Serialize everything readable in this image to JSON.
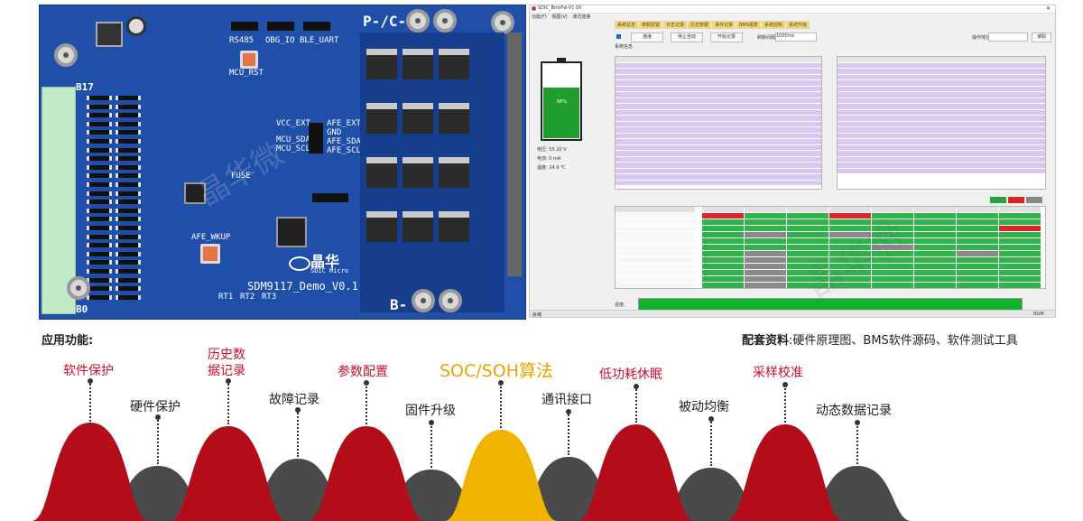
{
  "pcb": {
    "board_name": "SDM9117_Demo_V0.1",
    "brand_cn": "晶华",
    "brand_en": "SDIC Micro",
    "terminal_top": "P-/C-",
    "terminal_bottom": "B-",
    "cell_top": "B17",
    "cell_bottom": "B0",
    "btn_rst": "MCU_RST",
    "btn_wakeup": "AFE_WKUP",
    "hdr_rs485": "RS485",
    "hdr_obg": "OBG_IO",
    "hdr_ble": "BLE_UART",
    "afe_ext": "AFE_EXT",
    "afe_sda": "AFE_SDA",
    "afe_scl": "AFE_SCL",
    "vcc_ext": "VCC_EXT",
    "mcu_sda": "MCU_SDA",
    "mcu_scl": "MCU_SCL",
    "gnd": "GND",
    "fuse": "FUSE",
    "rt_labels": [
      "RT1",
      "RT2",
      "RT3"
    ],
    "watermark": "晶华微"
  },
  "app": {
    "title": "SDIC_BmsFw-V1.00",
    "menu": [
      "功能(F)",
      "视图(V)",
      "通讯连接"
    ],
    "tabs": [
      "系统总览",
      "参数配置",
      "日志记录",
      "历史数据",
      "事件记录",
      "BMS报表",
      "系统控制",
      "系统升级"
    ],
    "toolbar": {
      "btn1": "连接",
      "btn2": "停止自动",
      "btn3": "开始记录",
      "interval_label": "刷新间隔",
      "interval_value": "1000ms",
      "right_label": "操作地址",
      "read_btn": "读取"
    },
    "panel_title": "系统信息",
    "battery": {
      "voltage": "电压: 55.20 V",
      "current": "电流: 0 mA",
      "temp": "温度: 24.9 ℃",
      "soc": "68%"
    },
    "status_left": "就绪",
    "status_right": "NUM",
    "footer_label": "进度:",
    "watermark": "晶华微"
  },
  "bottom": {
    "header_left": "应用功能:",
    "header_right_bold": "配套资料",
    "header_right_rest": ":硬件原理图、BMS软件源码、软件测试工具",
    "labels": [
      "软件保护",
      "硬件保护",
      "历史数据记录",
      "故障记录",
      "参数配置",
      "固件升级",
      "SOC/SOH算法",
      "通讯接口",
      "低功耗休眠",
      "被动均衡",
      "采样校准",
      "动态数据记录"
    ],
    "labels_split": {
      "hist1": "历史数",
      "hist2": "据记录"
    },
    "colors": {
      "red": "#b30d1a",
      "grey": "#4a4a4a",
      "gold": "#f2b200"
    }
  }
}
